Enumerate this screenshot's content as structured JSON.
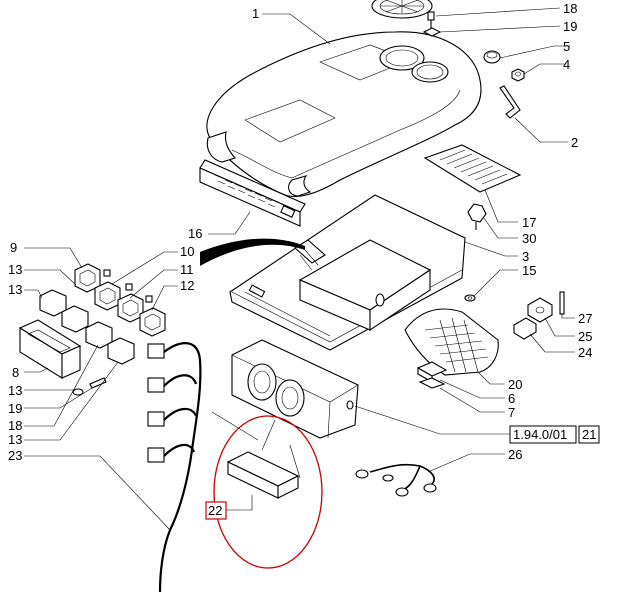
{
  "labels": {
    "n1": "1",
    "n18a": "18",
    "n19a": "19",
    "n5": "5",
    "n4": "4",
    "n2": "2",
    "n17": "17",
    "n30": "30",
    "n3": "3",
    "n15": "15",
    "n16": "16",
    "n9": "9",
    "n13a": "13",
    "n13b": "13",
    "n10": "10",
    "n11": "11",
    "n12": "12",
    "n8": "8",
    "n13c": "13",
    "n19b": "19",
    "n18b": "18",
    "n13d": "13",
    "n23": "23",
    "n27": "27",
    "n25": "25",
    "n24": "24",
    "n20": "20",
    "n6": "6",
    "n7": "7",
    "n26": "26",
    "ref": "1.94.0/01",
    "n21": "21",
    "n22": "22"
  },
  "colors": {
    "line": "#000000",
    "highlight_ellipse": "#cc0000",
    "reference_box_border": "#000000",
    "label_22_border": "#cc0000"
  }
}
